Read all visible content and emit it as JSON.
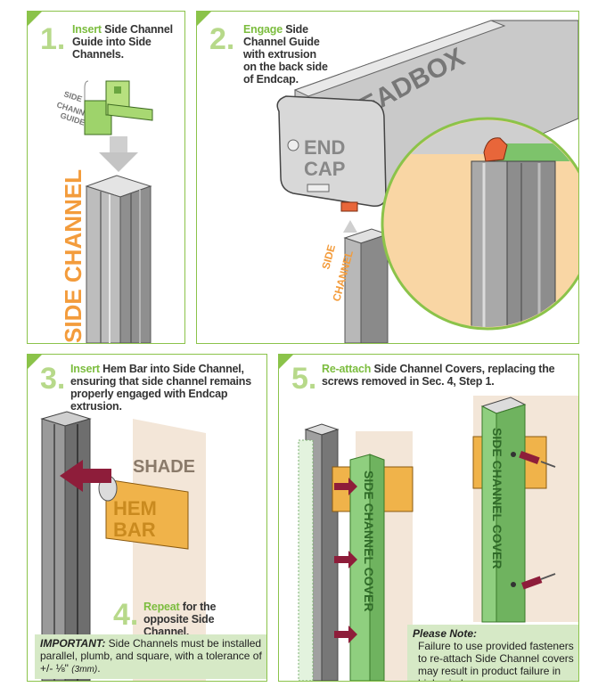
{
  "step1": {
    "number": "1.",
    "highlight": "Insert",
    "text": " Side Channel Guide into Side Channels.",
    "guide_label": [
      "SIDE",
      "CHANNEL",
      "GUIDE"
    ],
    "channel_label": "SIDE CHANNEL"
  },
  "step2": {
    "number": "2.",
    "highlight": "Engage",
    "text": " Side Channel Guide with extrusion on the back side of Endcap.",
    "headbox_label": "HEADBOX",
    "endcap_label": [
      "END",
      "CAP"
    ],
    "channel_label": [
      "SIDE",
      "CHANNEL"
    ]
  },
  "step3": {
    "number": "3.",
    "highlight": "Insert",
    "text": " Hem Bar into Side Channel, ensuring that side channel remains properly engaged with Endcap extrusion.",
    "shade_label": "SHADE",
    "hembar_label": [
      "HEM",
      "BAR"
    ]
  },
  "step4": {
    "number": "4.",
    "highlight": "Repeat",
    "text": " for the opposite Side Channel."
  },
  "important": {
    "label": "IMPORTANT:",
    "text": " Side Channels must be installed parallel, plumb, and square, with a tolerance of +/- ⅛\"",
    "mm": "(3mm)",
    "end": "."
  },
  "step5": {
    "number": "5.",
    "highlight": "Re-attach",
    "text": " Side Channel Covers, replacing the screws removed in Sec. 4, Step 1.",
    "cover_label": "SIDE CHANNEL COVER"
  },
  "note": {
    "label": "Please Note:",
    "text": "Failure to use provided fasteners to re-attach Side Channel covers may result in product failure in high wind."
  },
  "colors": {
    "accent_green": "#8bc34a",
    "number_green": "#b7d98a",
    "orange": "#f39c3c",
    "hembar": "#f0b34a",
    "arrow": "#8e1d3a",
    "cover_green": "#8fcf7f",
    "note_bg": "#d6e9c6"
  }
}
